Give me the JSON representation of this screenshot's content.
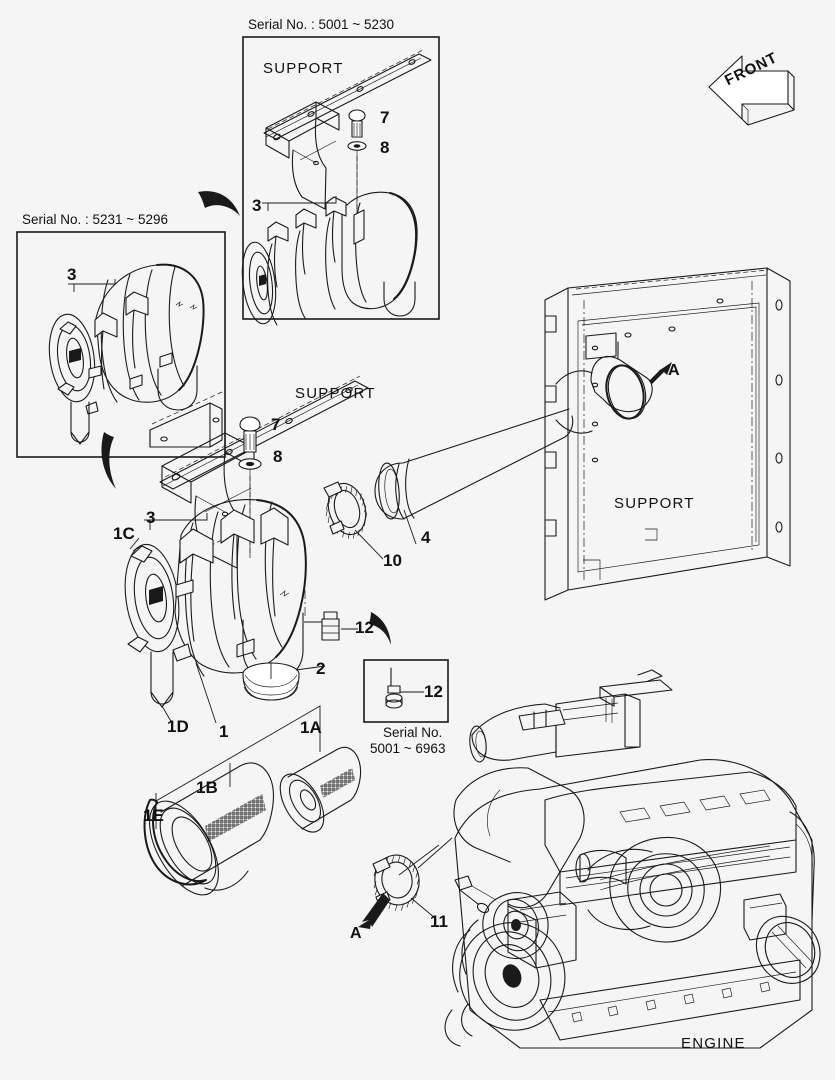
{
  "diagram": {
    "title_region": "air-cleaner-assembly-exploded-parts-diagram",
    "background_color": "#f5f5f5",
    "line_color": "#1a1a1a"
  },
  "orientation_marker": {
    "label": "FRONT",
    "icon": "front-arrow-icon",
    "direction": "up-left"
  },
  "insets": [
    {
      "id": "inset-top",
      "caption": "Serial No. : 5001 ~ 5230",
      "internal_label": "SUPPORT",
      "callouts": [
        "7",
        "8",
        "3"
      ]
    },
    {
      "id": "inset-left",
      "caption": "Serial No. : 5231 ~ 5296",
      "internal_label": "",
      "callouts": [
        "3"
      ]
    },
    {
      "id": "inset-sensor",
      "caption_line1": "Serial No.",
      "caption_line2": "5001 ~ 6963",
      "callouts": [
        "12"
      ]
    }
  ],
  "main_labels": {
    "support_bracket": "SUPPORT",
    "support_panel": "SUPPORT",
    "engine": "ENGINE"
  },
  "section_arrows": [
    {
      "label": "A",
      "position": "radiator-panel",
      "direction": "up-right"
    },
    {
      "label": "A",
      "position": "engine-clamp",
      "direction": "down-left"
    }
  ],
  "callouts": [
    {
      "ref": "1",
      "name": "air-cleaner-assembly"
    },
    {
      "ref": "1A",
      "name": "inner-filter-element"
    },
    {
      "ref": "1B",
      "name": "outer-filter-element"
    },
    {
      "ref": "1C",
      "name": "cover-clip"
    },
    {
      "ref": "1D",
      "name": "body-assembly"
    },
    {
      "ref": "1E",
      "name": "o-ring-seal"
    },
    {
      "ref": "2",
      "name": "dust-cap"
    },
    {
      "ref": "3",
      "name": "mounting-band"
    },
    {
      "ref": "4",
      "name": "air-intake-hose"
    },
    {
      "ref": "7",
      "name": "hex-bolt"
    },
    {
      "ref": "8",
      "name": "plain-washer"
    },
    {
      "ref": "10",
      "name": "hose-clamp"
    },
    {
      "ref": "11",
      "name": "hose-clamp-engine"
    },
    {
      "ref": "12",
      "name": "vacuum-sensor"
    }
  ]
}
